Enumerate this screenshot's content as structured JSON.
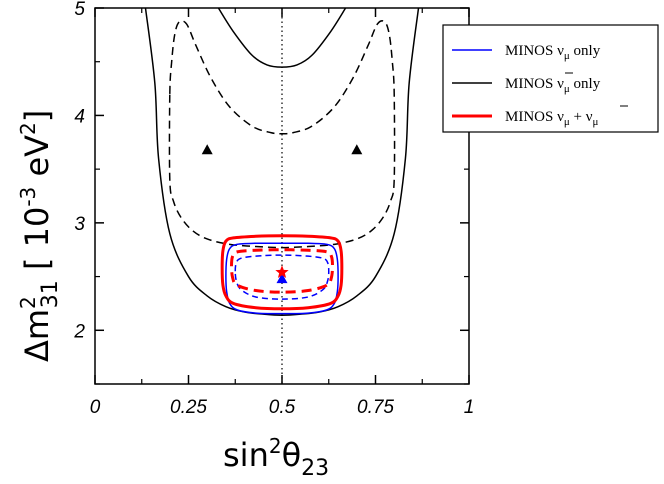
{
  "chart_data": {
    "type": "line",
    "xlim": [
      0,
      1
    ],
    "ylim": [
      1.5,
      5
    ],
    "x_ticks": [
      {
        "value": 0,
        "label": "0"
      },
      {
        "value": 0.25,
        "label": "0.25"
      },
      {
        "value": 0.5,
        "label": "0.5"
      },
      {
        "value": 0.75,
        "label": "0.75"
      },
      {
        "value": 1,
        "label": "1"
      }
    ],
    "y_ticks": [
      {
        "value": 2,
        "label": "2"
      },
      {
        "value": 3,
        "label": "3"
      },
      {
        "value": 4,
        "label": "4"
      },
      {
        "value": 5,
        "label": "5"
      }
    ],
    "xlabel": {
      "main": "sin",
      "sup": "2",
      "theta": "θ",
      "sub": "23"
    },
    "ylabel": {
      "delta": "Δm",
      "sup": "2",
      "sub": "31",
      "unit_pre": " [ 10",
      "unit_exp": "-3",
      "unit_mid": " eV",
      "unit_exp2": "2",
      "unit_post": "]"
    },
    "legend": [
      {
        "text": "MINOS ν",
        "sub": "μ",
        "after": " only",
        "color": "#0000ff",
        "bar": false
      },
      {
        "text": "MINOS ν",
        "sub": "μ",
        "after": " only",
        "color": "#000000",
        "bar": true
      },
      {
        "text": "MINOS ν",
        "sub": "μ",
        "mid": " + ν",
        "sub2": "μ",
        "color": "#ff0000",
        "bar": true
      }
    ],
    "colors": {
      "blue": "#0000ff",
      "black": "#000000",
      "red": "#ff0000"
    },
    "reference_line": {
      "x": 0.5,
      "style": "dotted"
    },
    "markers": [
      {
        "name": "best-fit-numubar-left",
        "shape": "triangle",
        "x": 0.3,
        "y": 3.68,
        "color": "#000000"
      },
      {
        "name": "best-fit-numubar-right",
        "shape": "triangle",
        "x": 0.7,
        "y": 3.68,
        "color": "#000000"
      },
      {
        "name": "best-fit-numu",
        "shape": "triangle",
        "x": 0.5,
        "y": 2.48,
        "color": "#0000ff"
      },
      {
        "name": "best-fit-combined",
        "shape": "star",
        "x": 0.5,
        "y": 2.54,
        "color": "#ff0000"
      }
    ],
    "series": [
      {
        "key": "numubar_99_outer",
        "color": "#000000",
        "width": 1.5,
        "dash": "",
        "x": [
          0.135,
          0.16,
          0.17,
          0.2,
          0.25,
          0.3,
          0.35,
          0.4,
          0.45,
          0.5,
          0.55,
          0.6,
          0.65,
          0.7,
          0.75,
          0.8,
          0.83,
          0.84,
          0.865
        ],
        "y": [
          5.0,
          4.3,
          3.6,
          2.9,
          2.5,
          2.32,
          2.22,
          2.17,
          2.15,
          2.14,
          2.15,
          2.17,
          2.22,
          2.32,
          2.5,
          2.9,
          3.6,
          4.3,
          5.0
        ]
      },
      {
        "key": "numubar_99_inner",
        "color": "#000000",
        "width": 1.5,
        "dash": "",
        "x": [
          0.33,
          0.37,
          0.42,
          0.46,
          0.5,
          0.54,
          0.58,
          0.63,
          0.67
        ],
        "y": [
          5.0,
          4.78,
          4.56,
          4.47,
          4.45,
          4.47,
          4.56,
          4.78,
          5.0
        ]
      },
      {
        "key": "numubar_90",
        "color": "#000000",
        "width": 1.5,
        "dash": "8 5",
        "closed": true,
        "x": [
          0.2,
          0.205,
          0.213,
          0.225,
          0.245,
          0.27,
          0.31,
          0.36,
          0.42,
          0.47,
          0.5,
          0.53,
          0.58,
          0.64,
          0.69,
          0.73,
          0.755,
          0.775,
          0.787,
          0.795,
          0.8,
          0.8,
          0.79,
          0.77,
          0.74,
          0.7,
          0.64,
          0.57,
          0.5,
          0.43,
          0.36,
          0.3,
          0.26,
          0.23,
          0.21,
          0.2
        ],
        "y": [
          4.2,
          4.5,
          4.75,
          4.87,
          4.85,
          4.65,
          4.35,
          4.08,
          3.9,
          3.84,
          3.83,
          3.84,
          3.9,
          4.08,
          4.35,
          4.65,
          4.85,
          4.87,
          4.75,
          4.5,
          4.2,
          3.4,
          3.2,
          3.05,
          2.93,
          2.85,
          2.8,
          2.78,
          2.77,
          2.78,
          2.8,
          2.85,
          2.93,
          3.05,
          3.2,
          3.4
        ]
      },
      {
        "key": "numu_99",
        "color": "#0000ff",
        "width": 1.5,
        "dash": "",
        "closed": true,
        "x": [
          0.35,
          0.352,
          0.36,
          0.38,
          0.43,
          0.5,
          0.57,
          0.62,
          0.64,
          0.648,
          0.65,
          0.648,
          0.64,
          0.62,
          0.57,
          0.5,
          0.43,
          0.38,
          0.36,
          0.352
        ],
        "y": [
          2.5,
          2.66,
          2.76,
          2.8,
          2.81,
          2.81,
          2.81,
          2.8,
          2.76,
          2.66,
          2.5,
          2.36,
          2.25,
          2.19,
          2.16,
          2.155,
          2.16,
          2.19,
          2.25,
          2.36
        ]
      },
      {
        "key": "numu_90",
        "color": "#0000ff",
        "width": 1.5,
        "dash": "6 4",
        "closed": true,
        "x": [
          0.375,
          0.378,
          0.39,
          0.43,
          0.5,
          0.57,
          0.61,
          0.622,
          0.625,
          0.622,
          0.61,
          0.57,
          0.5,
          0.43,
          0.39,
          0.378
        ],
        "y": [
          2.55,
          2.63,
          2.67,
          2.69,
          2.7,
          2.69,
          2.67,
          2.63,
          2.55,
          2.46,
          2.38,
          2.31,
          2.29,
          2.31,
          2.38,
          2.46
        ]
      },
      {
        "key": "combined_99",
        "color": "#ff0000",
        "width": 3,
        "dash": "",
        "closed": true,
        "x": [
          0.34,
          0.342,
          0.35,
          0.37,
          0.43,
          0.5,
          0.57,
          0.63,
          0.65,
          0.658,
          0.66,
          0.658,
          0.65,
          0.63,
          0.57,
          0.5,
          0.43,
          0.37,
          0.35,
          0.342
        ],
        "y": [
          2.58,
          2.74,
          2.83,
          2.86,
          2.875,
          2.88,
          2.875,
          2.86,
          2.83,
          2.74,
          2.58,
          2.42,
          2.32,
          2.25,
          2.21,
          2.2,
          2.21,
          2.25,
          2.32,
          2.42
        ]
      },
      {
        "key": "combined_90",
        "color": "#ff0000",
        "width": 3,
        "dash": "10 6",
        "closed": true,
        "x": [
          0.365,
          0.368,
          0.38,
          0.43,
          0.5,
          0.57,
          0.62,
          0.632,
          0.635,
          0.632,
          0.62,
          0.57,
          0.5,
          0.43,
          0.38,
          0.368
        ],
        "y": [
          2.6,
          2.69,
          2.73,
          2.745,
          2.75,
          2.745,
          2.73,
          2.69,
          2.6,
          2.49,
          2.42,
          2.37,
          2.355,
          2.37,
          2.42,
          2.49
        ]
      }
    ]
  }
}
